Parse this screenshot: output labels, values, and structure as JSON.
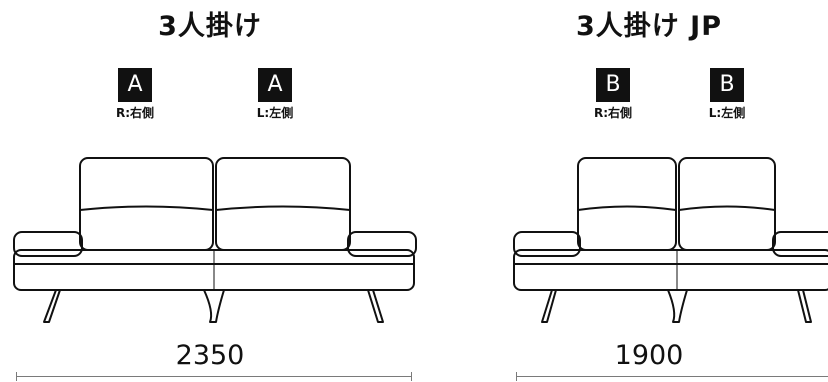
{
  "left": {
    "title": "3人掛け",
    "badges": [
      {
        "letter": "A",
        "label": "R:右側"
      },
      {
        "letter": "A",
        "label": "L:左側"
      }
    ],
    "dimension": "2350"
  },
  "right": {
    "title": "3人掛け JP",
    "badges": [
      {
        "letter": "B",
        "label": "R:右側"
      },
      {
        "letter": "B",
        "label": "L:左側"
      }
    ],
    "dimension": "1900"
  }
}
